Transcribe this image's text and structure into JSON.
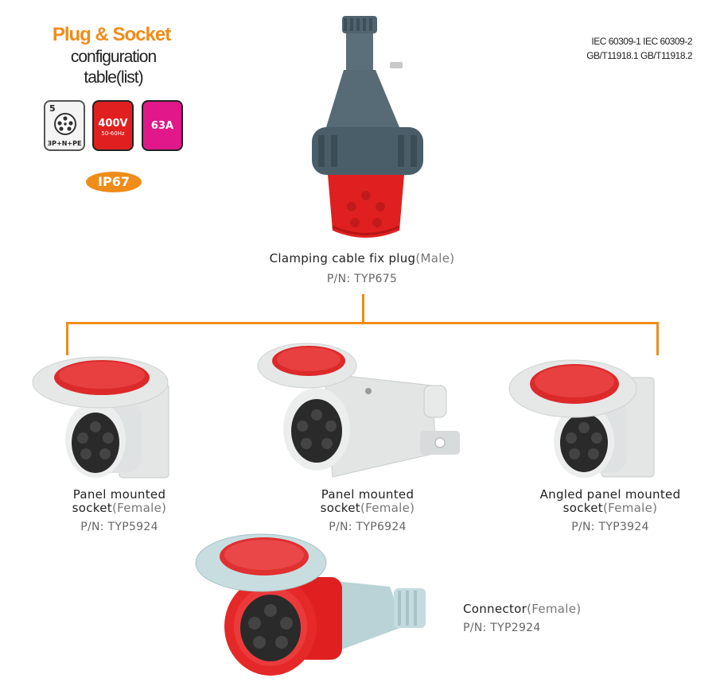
{
  "header": {
    "title": "Plug & Socket",
    "subtitle_line1": "configuration",
    "subtitle_line2": "table(list)"
  },
  "badges": {
    "pins": "5",
    "pins_config": "3P+N+PE",
    "voltage": "400V",
    "frequency": "50-60Hz",
    "current": "63A",
    "ip_rating": "IP67"
  },
  "standards": {
    "line1": "IEC 60309-1  IEC 60309-2",
    "line2": "GB/T11918.1  GB/T11918.2"
  },
  "products": {
    "plug": {
      "name": "Clamping cable fix plug",
      "gender": "(Male)",
      "pn": "P/N:  TYP675"
    },
    "panel1": {
      "name_line1": "Panel mounted",
      "name_line2": "socket",
      "gender": "(Female)",
      "pn": "P/N:  TYP5924"
    },
    "panel2": {
      "name_line1": "Panel mounted",
      "name_line2": "socket",
      "gender": "(Female)",
      "pn": "P/N:  TYP6924"
    },
    "angled": {
      "name_line1": "Angled panel mounted",
      "name_line2": "socket",
      "gender": "(Female)",
      "pn": "P/N:  TYP3924"
    },
    "connector": {
      "name": "Connector",
      "gender": "(Female)",
      "pn": "P/N:  TYP2924"
    }
  },
  "colors": {
    "accent": "#f08c1a",
    "red": "#e02020",
    "magenta": "#e0188a",
    "gray_body": "#4f6470"
  }
}
